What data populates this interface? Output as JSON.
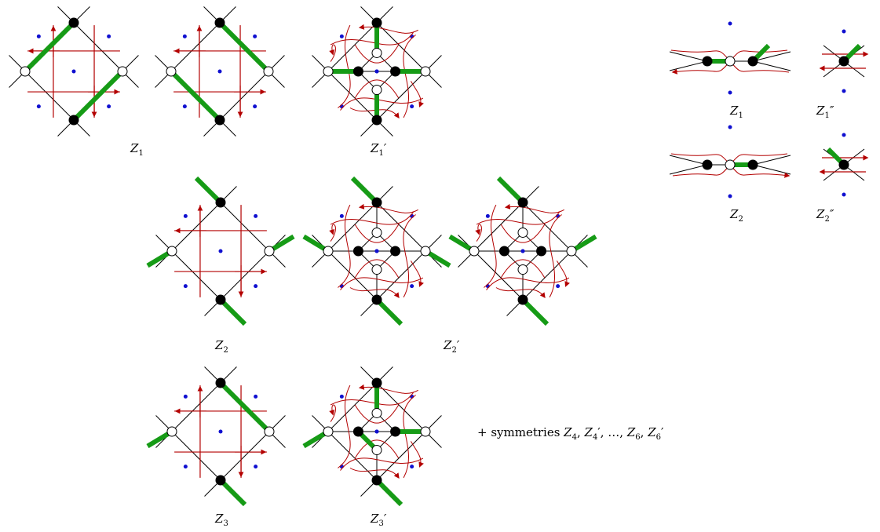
{
  "colors": {
    "lattice": "#000000",
    "dimer": "#169b16",
    "flow": "#b30000",
    "center_dot": "#1010d0",
    "black_vertex": "#000000",
    "white_vertex_stroke": "#000000",
    "white_vertex_fill": "#ffffff"
  },
  "labels": {
    "z1": {
      "base": "Z",
      "sub": "1",
      "prime": ""
    },
    "z1p": {
      "base": "Z",
      "sub": "1",
      "prime": "′"
    },
    "z2": {
      "base": "Z",
      "sub": "2",
      "prime": ""
    },
    "z2p": {
      "base": "Z",
      "sub": "2",
      "prime": "′"
    },
    "z3": {
      "base": "Z",
      "sub": "3",
      "prime": ""
    },
    "z3p": {
      "base": "Z",
      "sub": "3",
      "prime": "′"
    },
    "r_z1": {
      "base": "Z",
      "sub": "1",
      "prime": ""
    },
    "r_z1pp": {
      "base": "Z",
      "sub": "1",
      "prime": "″"
    },
    "r_z2": {
      "base": "Z",
      "sub": "2",
      "prime": ""
    },
    "r_z2pp": {
      "base": "Z",
      "sub": "2",
      "prime": "″"
    }
  },
  "symmetries_text": {
    "prefix": "+ symmetries ",
    "items": [
      {
        "base": "Z",
        "sub": "4",
        "prime": ""
      },
      {
        "base": "Z",
        "sub": "4",
        "prime": "′"
      },
      {
        "text": "…"
      },
      {
        "base": "Z",
        "sub": "6",
        "prime": ""
      },
      {
        "base": "Z",
        "sub": "6",
        "prime": "′"
      }
    ]
  },
  "icons": {
    "black_vertex": "filled-circle",
    "white_vertex": "open-circle",
    "face_center": "small-dot",
    "flow_arrow": "arrowhead"
  }
}
